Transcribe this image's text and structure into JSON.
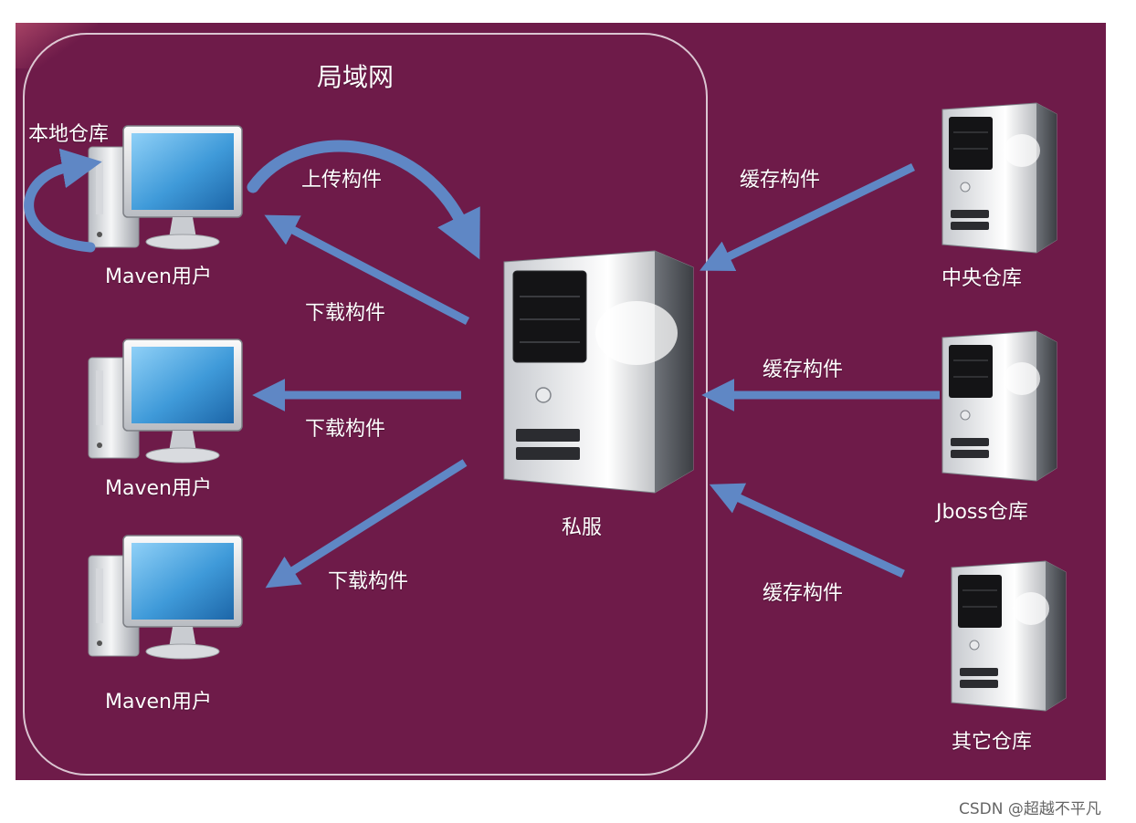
{
  "diagram": {
    "lan_title": "局域网",
    "local_repo": "本地仓库",
    "users": [
      "Maven用户",
      "Maven用户",
      "Maven用户"
    ],
    "upload_label": "上传构件",
    "download_labels": [
      "下载构件",
      "下载构件",
      "下载构件"
    ],
    "private_server": "私服",
    "cache_labels": [
      "缓存构件",
      "缓存构件",
      "缓存构件"
    ],
    "remote_repos": [
      "中央仓库",
      "Jboss仓库",
      "其它仓库"
    ]
  },
  "watermark": "CSDN @超越不平凡",
  "colors": {
    "background": "#6e1b49",
    "arrow": "#5f87c5",
    "screen": "#4aa3e0"
  }
}
